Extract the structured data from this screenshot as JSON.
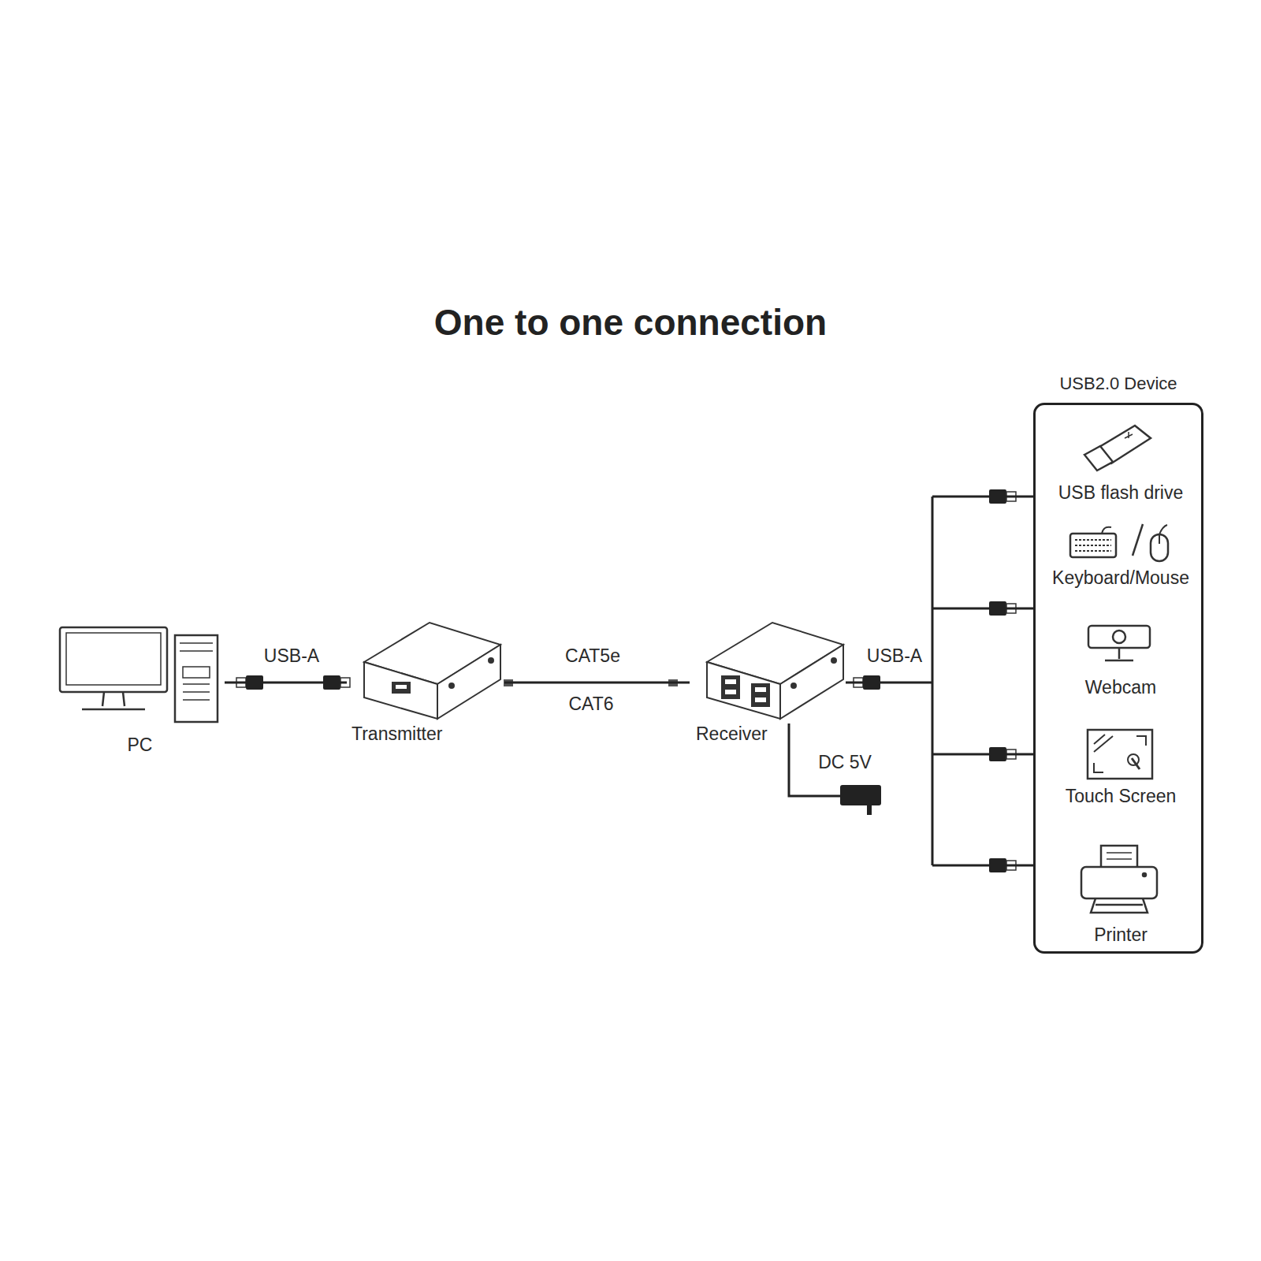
{
  "diagram": {
    "title": "One to one connection",
    "nodes": [
      {
        "text": [
          "PC"
        ]
      },
      {
        "text": [
          "Transmitter"
        ]
      },
      {
        "text": [
          "Receiver"
        ]
      },
      {
        "text": [
          "USB2.0 Device"
        ]
      },
      {
        "text": [
          "USB flash drive"
        ],
        "in": 3
      },
      {
        "text": [
          "Keyboard/Mouse"
        ],
        "in": 3
      },
      {
        "text": [
          "Webcam"
        ],
        "in": 3
      },
      {
        "text": [
          "Touch Screen"
        ],
        "in": 3
      },
      {
        "text": [
          "Printer"
        ],
        "in": 3
      }
    ],
    "edges": [
      {
        "from": 0,
        "to": 1,
        "arrow": "none",
        "label": "USB-A"
      },
      {
        "from": 1,
        "to": 2,
        "arrow": "none",
        "label": "CAT5e"
      },
      {
        "from": 2,
        "to": 3,
        "arrow": "none",
        "label": "USB-A"
      }
    ],
    "labels": [
      "CAT6",
      "DC 5V"
    ]
  }
}
